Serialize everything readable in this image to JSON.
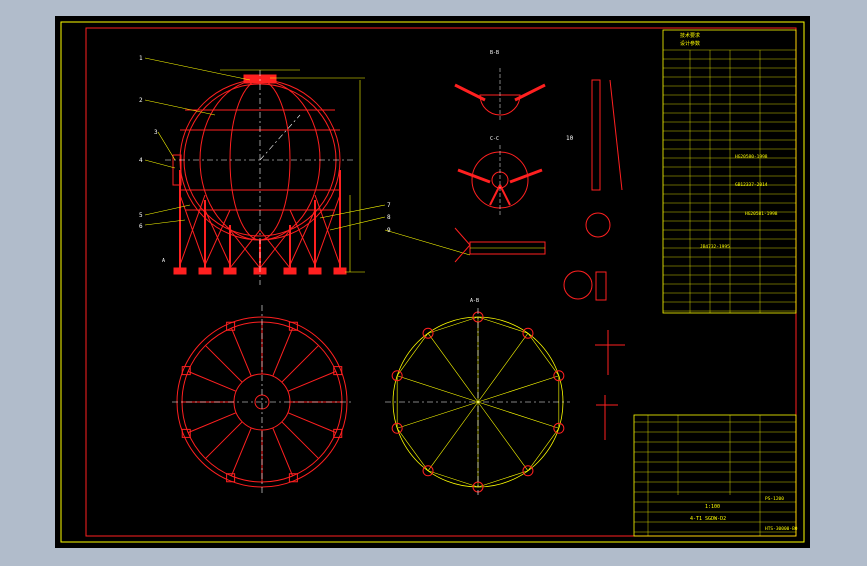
{
  "colors": {
    "viewport_bg": "#b1bccb",
    "sheet_bg": "#000000",
    "frame": "#ffff00",
    "vessel": "#ff2020",
    "centerline": "#ffffff",
    "annot": "#ffff00",
    "gridline": "#ffffff"
  },
  "view_labels": {
    "section_bb": "B-B",
    "section_cc": "C-C",
    "view_a": "A",
    "view_ab": "A-B"
  },
  "balloons": [
    "1",
    "2",
    "3",
    "4",
    "5",
    "6",
    "7",
    "8",
    "9",
    "10"
  ],
  "title_block": {
    "drawing_title": "HTS-30000-B0",
    "drawing_no": "PS-1200",
    "sheet_label": "1:100",
    "company_line": "4-T1 SGDW-D2"
  },
  "notes_header": [
    "技术要求",
    "设计参数"
  ],
  "standard_refs": [
    "HG20580-1998",
    "GB12337-2014",
    "HG20581-1998",
    "JB4732-1995"
  ]
}
